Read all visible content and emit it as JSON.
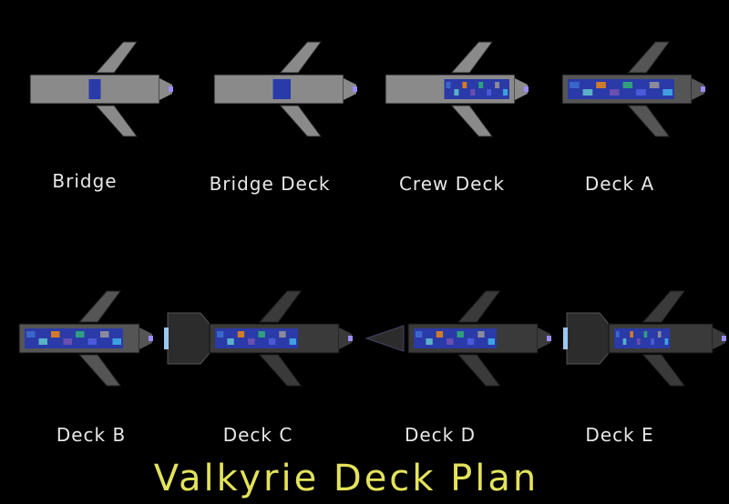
{
  "title": "Valkyrie Deck Plan",
  "colors": {
    "title": "#e3e35c",
    "label": "#e8e8e8",
    "hull_light": "#8a8a8a",
    "hull_dark": "#3a3a3a",
    "interior": "#2a3aa8"
  },
  "decks": [
    {
      "label": "Bridge"
    },
    {
      "label": "Bridge Deck"
    },
    {
      "label": "Crew Deck"
    },
    {
      "label": "Deck A"
    },
    {
      "label": "Deck B"
    },
    {
      "label": "Deck C"
    },
    {
      "label": "Deck D"
    },
    {
      "label": "Deck E"
    }
  ]
}
